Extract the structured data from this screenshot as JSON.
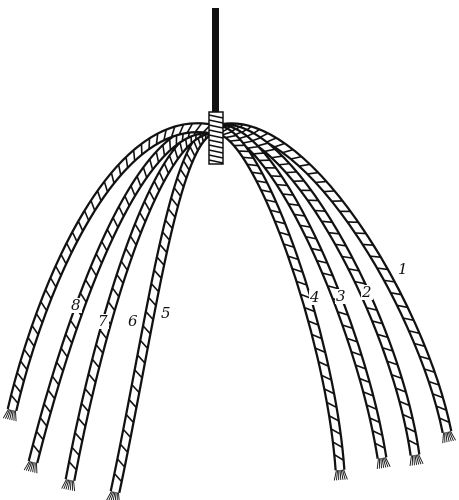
{
  "diagram": {
    "ink_color": "#111111",
    "paper_color": "#ffffff",
    "strands": [
      {
        "label": "1"
      },
      {
        "label": "2"
      },
      {
        "label": "3"
      },
      {
        "label": "4"
      },
      {
        "label": "5"
      },
      {
        "label": "6"
      },
      {
        "label": "7"
      },
      {
        "label": "8"
      }
    ]
  }
}
